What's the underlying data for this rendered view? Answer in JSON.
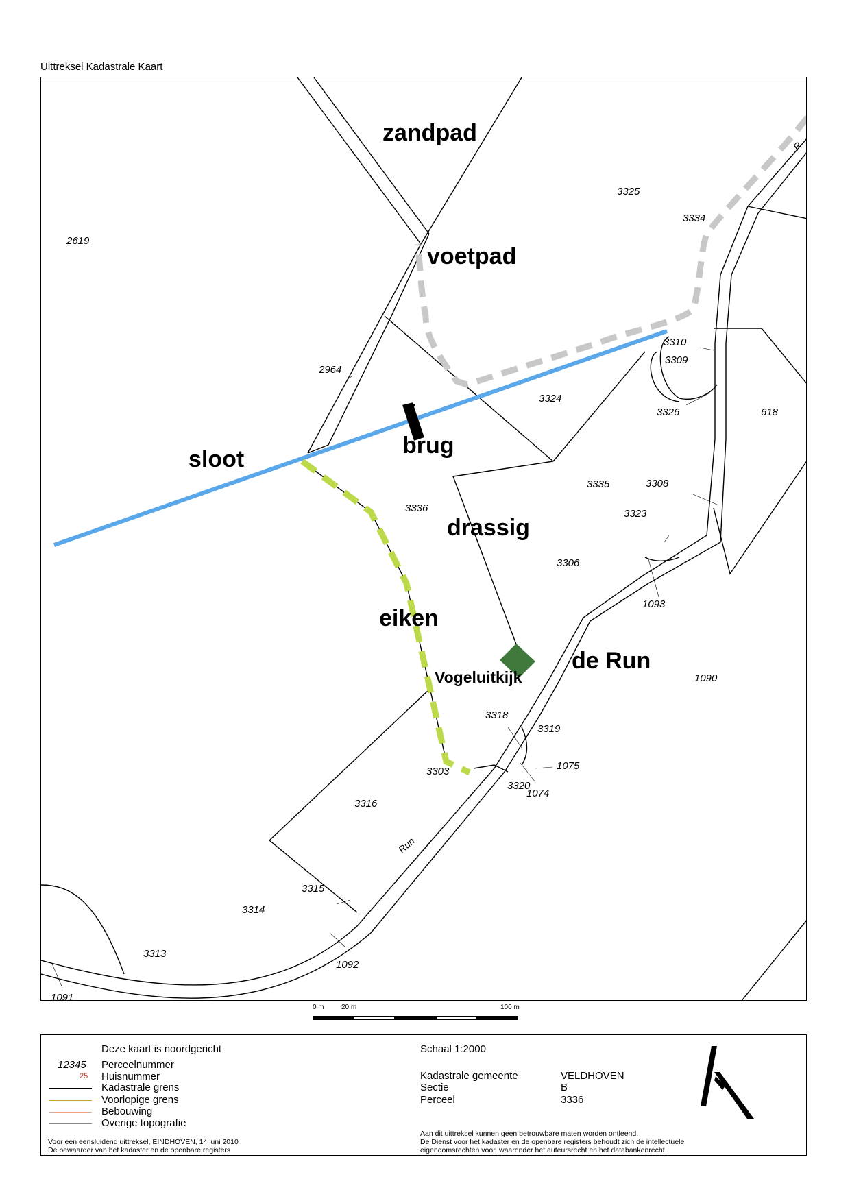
{
  "header": {
    "title": "Uittreksel Kadastrale Kaart"
  },
  "map": {
    "area_labels": {
      "zandpad": "zandpad",
      "voetpad": "voetpad",
      "sloot": "sloot",
      "brug": "brug",
      "drassig": "drassig",
      "eiken": "eiken",
      "vogeluitkijk": "Vogeluitkijk",
      "de_run": "de Run"
    },
    "street_labels": {
      "run": "Run",
      "run_top": "R"
    },
    "parcels": [
      "2619",
      "3325",
      "3334",
      "2964",
      "3310",
      "3309",
      "3324",
      "3326",
      "618",
      "3335",
      "3308",
      "3336",
      "3323",
      "3306",
      "1093",
      "1090",
      "3318",
      "3319",
      "1075",
      "3303",
      "3320",
      "1074",
      "3316",
      "3315",
      "3314",
      "3313",
      "1092",
      "1091"
    ],
    "colors": {
      "sloot": "#5aa7ea",
      "voetpad": "#c8c8c8",
      "eiken": "#bcd94a",
      "vogeluitkijk": "#3f7a3c",
      "brug": "#000000"
    }
  },
  "scale_bar": {
    "label_0": "0 m",
    "label_20": "20 m",
    "label_100": "100 m"
  },
  "legend": {
    "orientation": "Deze kaart is noordgericht",
    "items": [
      {
        "sample": "12345",
        "label": "Perceelnummer"
      },
      {
        "sample": "25",
        "label": "Huisnummer",
        "color": "#c0392b"
      },
      {
        "label": "Kadastrale grens",
        "color": "#000000"
      },
      {
        "label": "Voorlopige grens",
        "color": "#c9a227"
      },
      {
        "label": "Bebouwing",
        "color": "#e8a080"
      },
      {
        "label": "Overige topografie",
        "color": "#888888"
      }
    ],
    "footer_line1": "Voor een eensluidend uittreksel, EINDHOVEN, 14 juni 2010",
    "footer_line2": "De bewaarder van het kadaster en de openbare registers",
    "scale": "Schaal 1:2000",
    "gemeente_label": "Kadastrale gemeente",
    "gemeente_value": "VELDHOVEN",
    "sectie_label": "Sectie",
    "sectie_value": "B",
    "perceel_label": "Perceel",
    "perceel_value": "3336",
    "disclaimer1": "Aan dit uittreksel kunnen geen betrouwbare maten worden ontleend.",
    "disclaimer2": "De Dienst voor het kadaster en de openbare registers behoudt zich de intellectuele",
    "disclaimer3": "eigendomsrechten voor, waaronder het auteursrecht en het databankenrecht."
  }
}
